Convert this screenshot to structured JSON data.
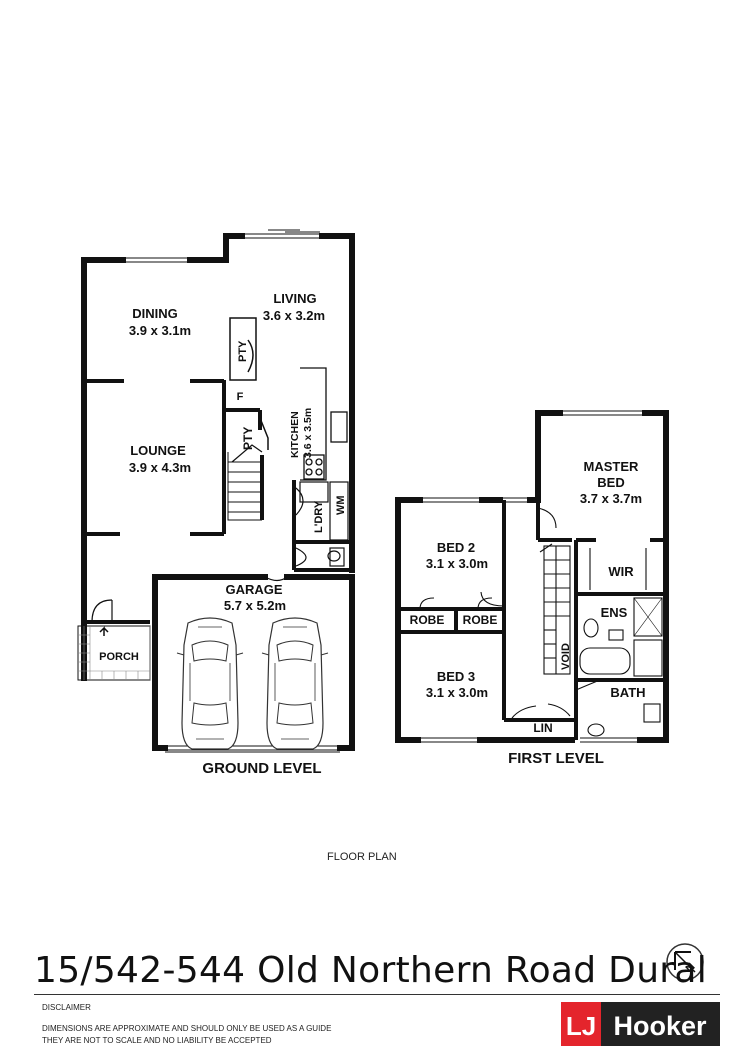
{
  "page": {
    "caption": "FLOOR PLAN"
  },
  "address": "15/542-544 Old Northern Road Dural",
  "disclaimer": {
    "heading": "DISCLAIMER",
    "lines": [
      "DIMENSIONS ARE APPROXIMATE AND SHOULD ONLY BE USED AS A GUIDE",
      "THEY ARE NOT TO SCALE AND NO LIABILITY BE ACCEPTED"
    ]
  },
  "brand": {
    "logo_text": "Hooker",
    "logo_mark": "LJ",
    "red": "#e4252c",
    "dark": "#222222"
  },
  "ground_level": {
    "label": "GROUND LEVEL",
    "rooms": {
      "dining": {
        "name": "DINING",
        "size": "3.9 x 3.1m"
      },
      "living": {
        "name": "LIVING",
        "size": "3.6 x 3.2m"
      },
      "lounge": {
        "name": "LOUNGE",
        "size": "3.9 x 4.3m"
      },
      "kitchen": {
        "name": "KITCHEN",
        "size": "3.6 x 3.5m"
      },
      "garage": {
        "name": "GARAGE",
        "size": "5.7 x 5.2m"
      },
      "pty_upper": "PTY",
      "pty_lower": "PTY",
      "fridge": "F",
      "laundry": "L'DRY",
      "wm": "WM",
      "porch": "PORCH"
    }
  },
  "first_level": {
    "label": "FIRST LEVEL",
    "rooms": {
      "master": {
        "name1": "MASTER",
        "name2": "BED",
        "size": "3.7 x 3.7m"
      },
      "bed2": {
        "name": "BED 2",
        "size": "3.1 x 3.0m"
      },
      "bed3": {
        "name": "BED 3",
        "size": "3.1 x 3.0m"
      },
      "robe1": "ROBE",
      "robe2": "ROBE",
      "wir": "WIR",
      "ens": "ENS",
      "void": "VOID",
      "bath": "BATH",
      "lin": "LIN"
    }
  }
}
